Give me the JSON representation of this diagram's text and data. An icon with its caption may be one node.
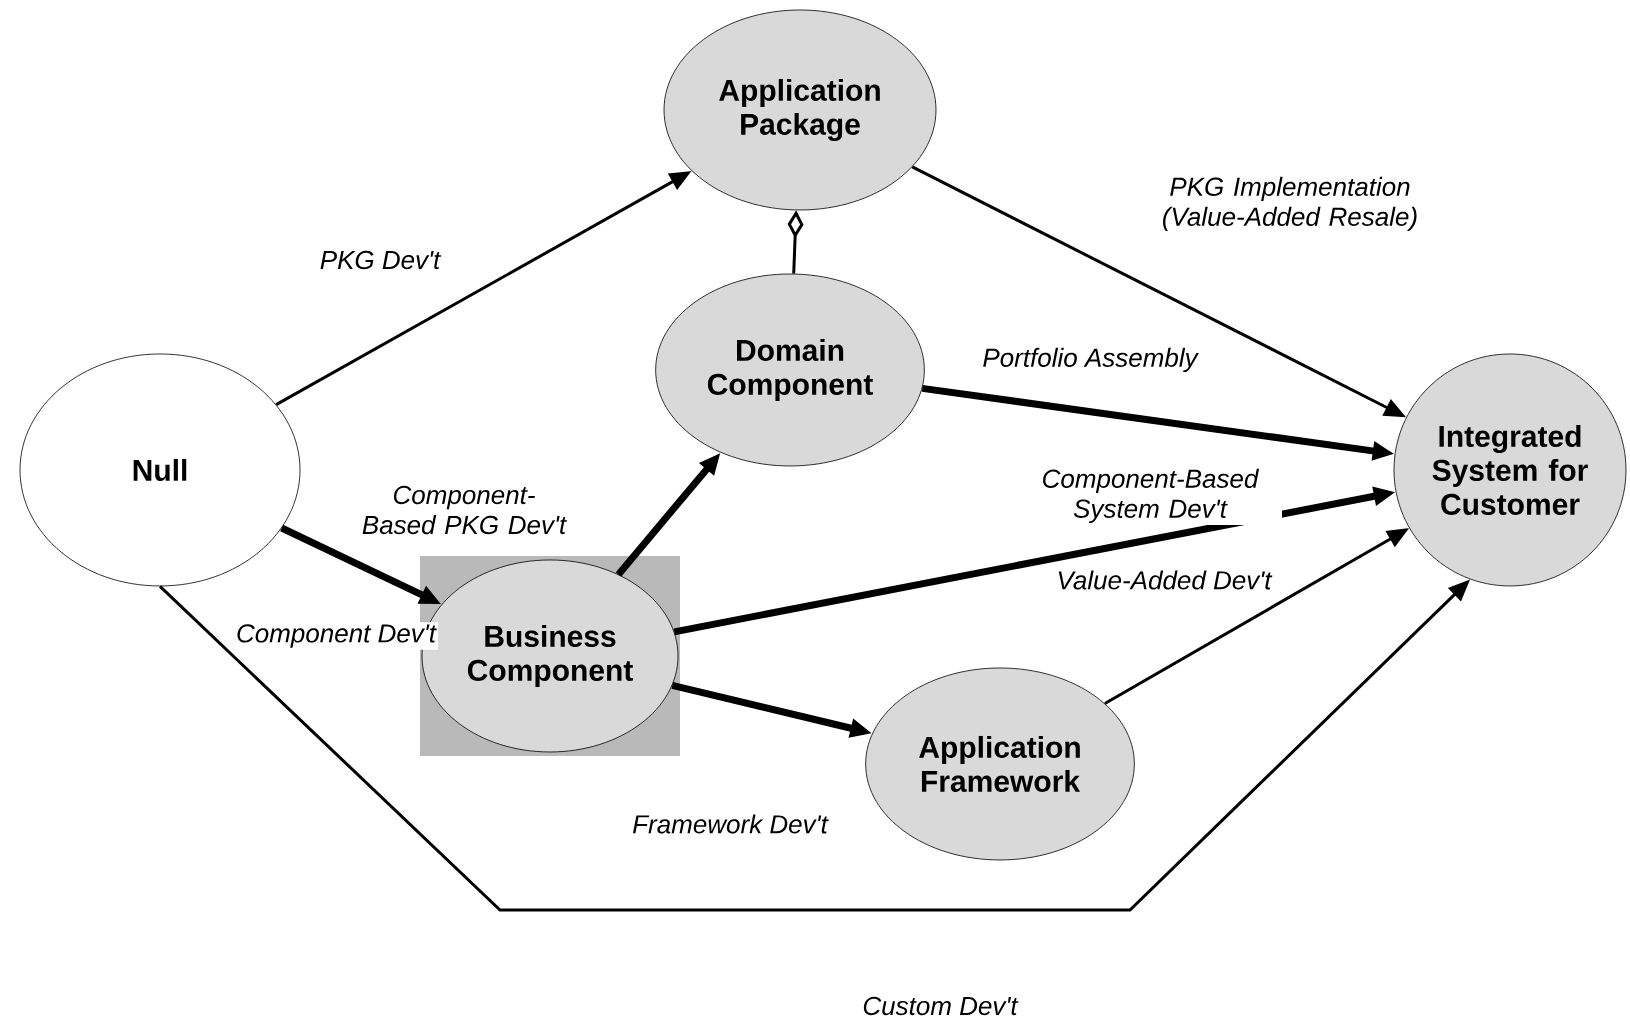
{
  "diagram": {
    "nodes": [
      {
        "text": [
          "Null"
        ]
      },
      {
        "text": [
          "Application Package"
        ]
      },
      {
        "text": [
          "Domain Component"
        ]
      },
      {
        "text": [
          "Integrated System for Customer"
        ]
      },
      {
        "text": [
          "Business Component"
        ]
      },
      {
        "text": [
          "Application Framework"
        ]
      }
    ],
    "edges": [
      {
        "from": 0,
        "to": 1,
        "arrow": "to",
        "label": "PKG Dev't"
      },
      {
        "from": 1,
        "to": 3,
        "arrow": "to",
        "label": "PKG Implementation (Value-Added Resale)"
      },
      {
        "from": 2,
        "to": 1,
        "arrow": "other"
      },
      {
        "from": 2,
        "to": 3,
        "arrow": "to",
        "label": "Portfolio Assembly",
        "style": "thick"
      },
      {
        "from": 0,
        "to": 4,
        "arrow": "to",
        "label": "Component Dev't",
        "style": "thick"
      },
      {
        "from": 4,
        "to": 2,
        "arrow": "to",
        "label": "Component-Based PKG Dev't",
        "style": "thick"
      },
      {
        "from": 4,
        "to": 3,
        "arrow": "to",
        "label": "Component-Based System Dev't",
        "style": "thick"
      },
      {
        "from": 4,
        "to": 5,
        "arrow": "to",
        "label": "Framework Dev't",
        "style": "thick"
      },
      {
        "from": 5,
        "to": 3,
        "arrow": "to",
        "label": "Value-Added Dev't"
      },
      {
        "from": 0,
        "to": 3,
        "arrow": "to",
        "label": "Custom Dev't"
      }
    ]
  }
}
